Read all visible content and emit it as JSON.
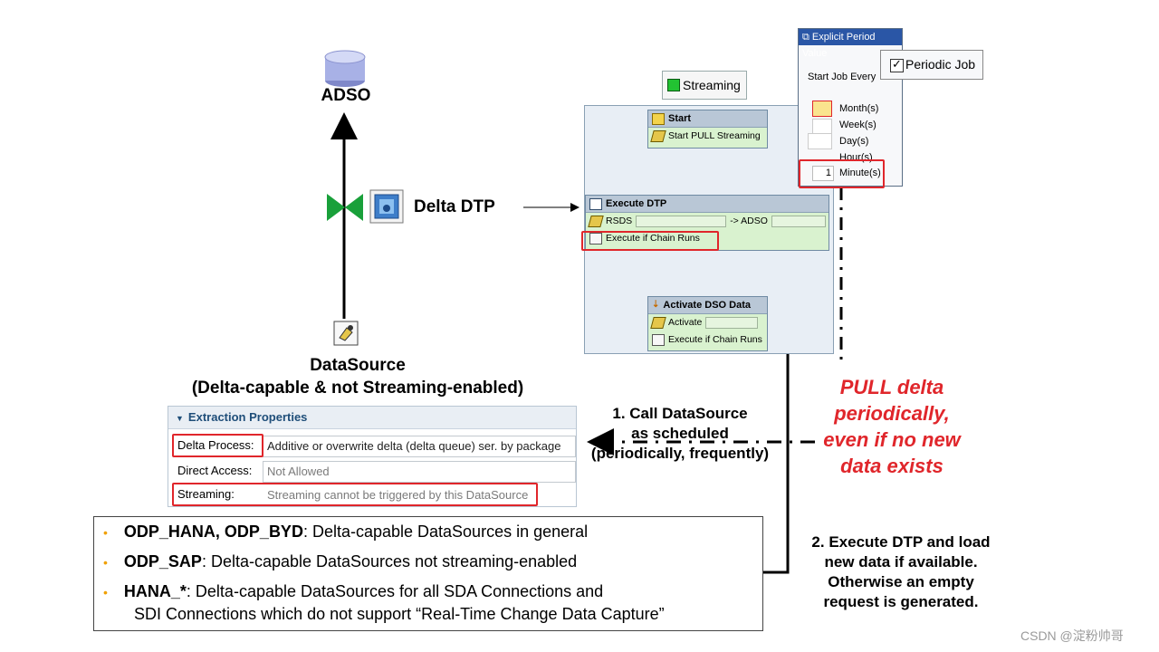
{
  "adso": {
    "label": "ADSO"
  },
  "dtp": {
    "label": "Delta DTP"
  },
  "datasource": {
    "label": "DataSource",
    "subtitle": "(Delta-capable & not Streaming-enabled)"
  },
  "streaming_toggle": {
    "label": "Streaming",
    "indicator_color": "#22c232"
  },
  "chain": {
    "start": {
      "title": "Start",
      "row": "Start PULL Streaming"
    },
    "execute": {
      "title": "Execute DTP",
      "row_src": "RSDS",
      "row_arrow": "-> ADSO",
      "row_cond": "Execute if Chain Runs"
    },
    "activate": {
      "title": "Activate DSO Data",
      "row_act": "Activate",
      "row_cond": "Execute if Chain Runs"
    }
  },
  "period_dialog": {
    "title": "Explicit Period Value",
    "start_label": "Start Job Every",
    "units": [
      "Month(s)",
      "Week(s)",
      "Day(s)",
      "Hour(s)",
      "Minute(s)"
    ],
    "minute_value": "1"
  },
  "periodic_job": {
    "label": "Periodic Job",
    "checked": true
  },
  "extraction": {
    "header": "Extraction Properties",
    "rows": [
      {
        "label": "Delta Process:",
        "value": "Additive or overwrite delta (delta queue) ser. by package"
      },
      {
        "label": "Direct Access:",
        "value": "Not Allowed"
      },
      {
        "label": "Streaming:",
        "value": "Streaming cannot be triggered by this DataSource"
      }
    ]
  },
  "info": {
    "items": [
      {
        "bold": "ODP_HANA,  ODP_BYD",
        "text": ": Delta-capable DataSources in general"
      },
      {
        "bold": "ODP_SAP",
        "text": ": Delta-capable DataSources not streaming-enabled"
      },
      {
        "bold": "HANA_*",
        "text": ":  Delta-capable DataSources for all SDA Connections and"
      }
    ],
    "continuation": "SDI Connections which do not support “Real-Time  Change  Data Capture”"
  },
  "notes": {
    "call": [
      "1. Call DataSource",
      "as scheduled",
      "(periodically, frequently)"
    ],
    "pull": [
      "PULL delta",
      "periodically,",
      "even if no new",
      "data exists"
    ],
    "execute": [
      "2. Execute DTP and load",
      "new data if available.",
      "Otherwise an empty",
      "request is generated."
    ]
  },
  "watermark": "CSDN @淀粉帅哥",
  "colors": {
    "accent_red": "#e0262b",
    "valve_green": "#19a03a",
    "flow_green": "#22d022"
  },
  "icons": [
    "database-icon",
    "valve-icon",
    "dtp-icon",
    "datasource-icon",
    "checkbox-icon"
  ]
}
